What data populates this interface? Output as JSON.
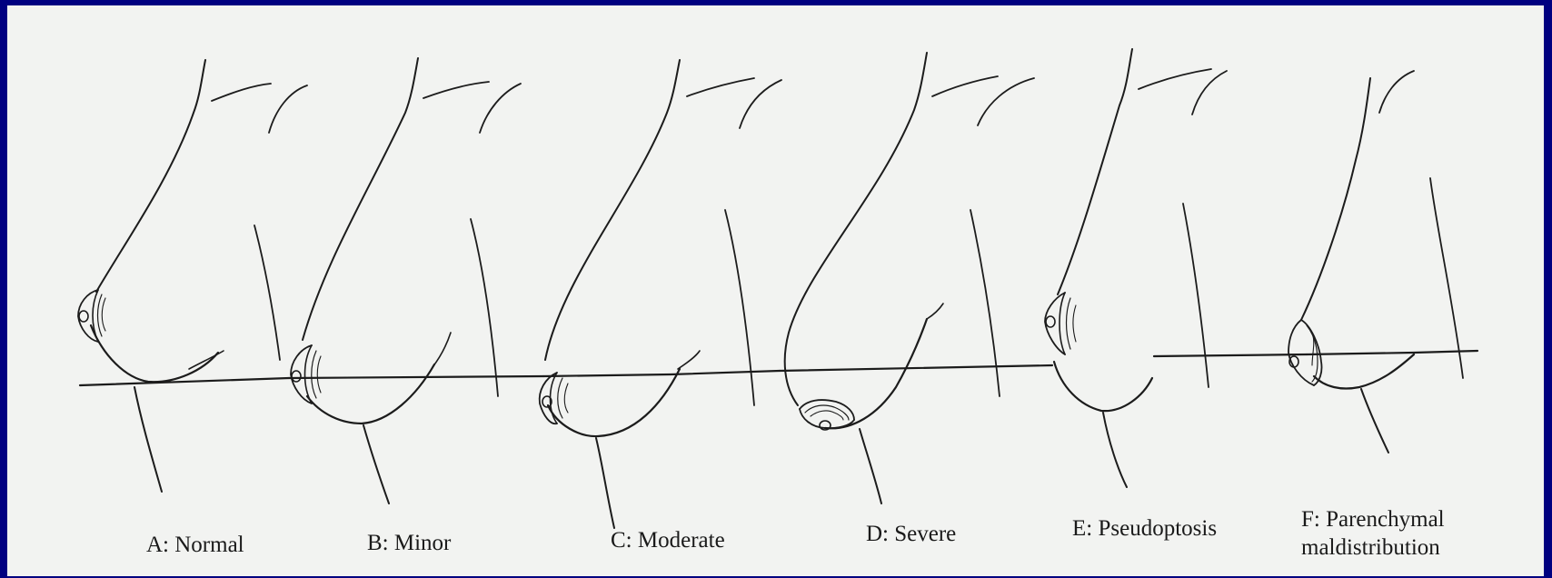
{
  "diagram": {
    "panels": [
      {
        "id": "A",
        "caption": "A: Normal"
      },
      {
        "id": "B",
        "caption": "B: Minor"
      },
      {
        "id": "C",
        "caption": "C: Moderate"
      },
      {
        "id": "D",
        "caption": "D: Severe"
      },
      {
        "id": "E",
        "caption": "E: Pseudoptosis"
      },
      {
        "id": "F",
        "caption_line1": "F: Parenchymal",
        "caption_line2": "maldistribution"
      }
    ]
  }
}
